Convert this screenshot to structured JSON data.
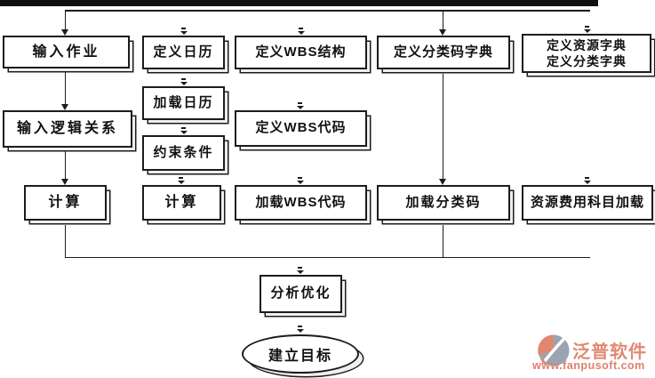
{
  "nodes": {
    "input_job": {
      "label": "输入作业"
    },
    "define_calendar": {
      "label": "定义日历"
    },
    "define_wbs_structure": {
      "label": "定义WBS结构"
    },
    "define_classcode_dict": {
      "label": "定义分类码字典"
    },
    "define_resource_dict": {
      "label_line1": "定义资源字典",
      "label_line2": "定义分类字典"
    },
    "input_logic": {
      "label": "输入逻辑关系"
    },
    "load_calendar": {
      "label": "加载日历"
    },
    "constraint": {
      "label": "约束条件"
    },
    "define_wbs_code": {
      "label": "定义WBS代码"
    },
    "calc_left": {
      "label": "计算"
    },
    "calc_mid": {
      "label": "计算"
    },
    "load_wbs_code": {
      "label": "加载WBS代码"
    },
    "load_classcode": {
      "label": "加载分类码"
    },
    "resource_cost_load": {
      "label": "资源费用科目加载"
    },
    "analyze_optimize": {
      "label": "分析优化"
    },
    "goal": {
      "label": "建立目标"
    }
  },
  "watermark": {
    "brand": "泛普软件",
    "url": "www.fanpusoft.com",
    "brand_color": "#e18a72",
    "url_color": "#dc8170",
    "icon": "fanpu-logo-icon",
    "icon_colors": {
      "gray": "#9aa3b2",
      "salmon": "#e2876f"
    }
  },
  "colors": {
    "background": "#ffffff",
    "line": "#1c1c1c",
    "node_fill": "#ffffff",
    "node_border": "#1c1c1c",
    "node_shadow_fill": "#efefef",
    "top_bar": "#101010"
  }
}
